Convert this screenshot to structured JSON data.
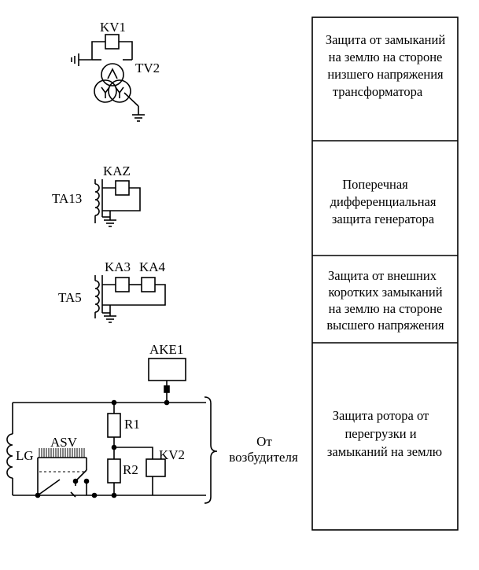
{
  "labels": {
    "kv1": "KV1",
    "tv2": "TV2",
    "kaz": "KAZ",
    "ta13": "TA13",
    "ka3": "KA3",
    "ka4": "KA4",
    "ta5": "TA5",
    "ake1": "AKE1",
    "r1": "R1",
    "r2": "R2",
    "kv2": "KV2",
    "lg": "LG",
    "asv": "ASV",
    "from_exciter_1": "От",
    "from_exciter_2": "возбудителя"
  },
  "table": {
    "rows": [
      [
        "Защита от замыканий",
        "на землю на стороне",
        "низшего напряжения",
        "трансформатора"
      ],
      [
        "Поперечная",
        "дифференциальная",
        "защита  генератора"
      ],
      [
        "Защита от внешних",
        "коротких замыканий",
        "на землю на стороне",
        "высшего напряжения"
      ],
      [
        "Защита ротора от",
        "перегрузки и",
        "замыканий на землю"
      ]
    ]
  }
}
